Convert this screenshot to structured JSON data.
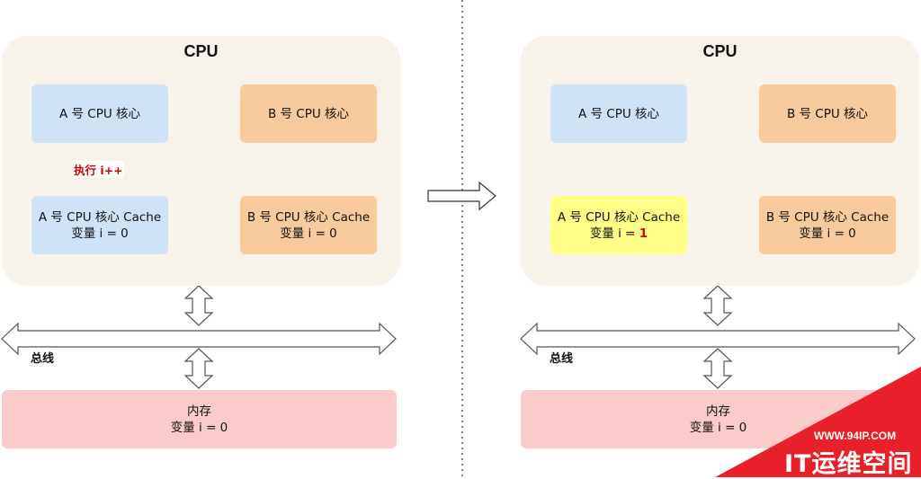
{
  "left": {
    "cpu_title": "CPU",
    "core_a": "A 号 CPU 核心",
    "core_b": "B 号 CPU 核心",
    "cache_a_line1": "A 号 CPU 核心 Cache",
    "cache_a_line2": "变量 i = 0",
    "cache_b_line1": "B 号 CPU 核心 Cache",
    "cache_b_line2": "变量 i = 0",
    "exec_label": "执行 i++",
    "bus_label": "总线",
    "memory_line1": "内存",
    "memory_line2": "变量 i = 0"
  },
  "right": {
    "cpu_title": "CPU",
    "core_a": "A 号 CPU 核心",
    "core_b": "B 号 CPU 核心",
    "cache_a_line1": "A 号 CPU 核心 Cache",
    "cache_a_line2_prefix": "变量 i = ",
    "cache_a_value": "1",
    "cache_b_line1": "B 号 CPU 核心 Cache",
    "cache_b_line2": "变量 i = 0",
    "bus_label": "总线",
    "memory_line1": "内存",
    "memory_line2": "变量 i = 0"
  },
  "watermark": {
    "url": "WWW.94IP.COM",
    "name": "IT运维空间"
  },
  "colors": {
    "cpu_bg": "#f7f3ea",
    "core_a": "#cfe2f6",
    "core_b": "#f9ca9b",
    "updated_cache": "#ffff88",
    "memory": "#fbcaca",
    "highlight": "#d40000",
    "watermark": "#e8202a"
  }
}
